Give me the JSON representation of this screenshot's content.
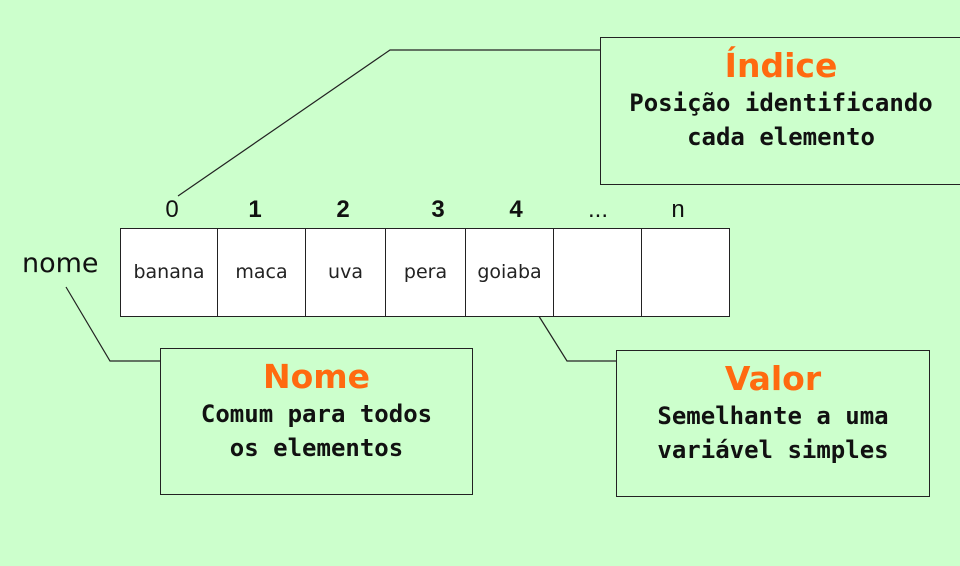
{
  "array": {
    "name": "nome",
    "indices": [
      "0",
      "1",
      "2",
      "3",
      "4",
      "...",
      "n"
    ],
    "values": [
      "banana",
      "maca",
      "uva",
      "pera",
      "goiaba",
      "",
      ""
    ]
  },
  "callouts": {
    "indice": {
      "title": "Índice",
      "description": "Posição identificando\ncada elemento"
    },
    "nome": {
      "title": "Nome",
      "description": "Comum para todos\nos elementos"
    },
    "valor": {
      "title": "Valor",
      "description": "Semelhante a uma\nvariável simples"
    }
  },
  "colors": {
    "background": "#ccffcc",
    "title_accent": "#ff6a10",
    "border": "#222222"
  }
}
